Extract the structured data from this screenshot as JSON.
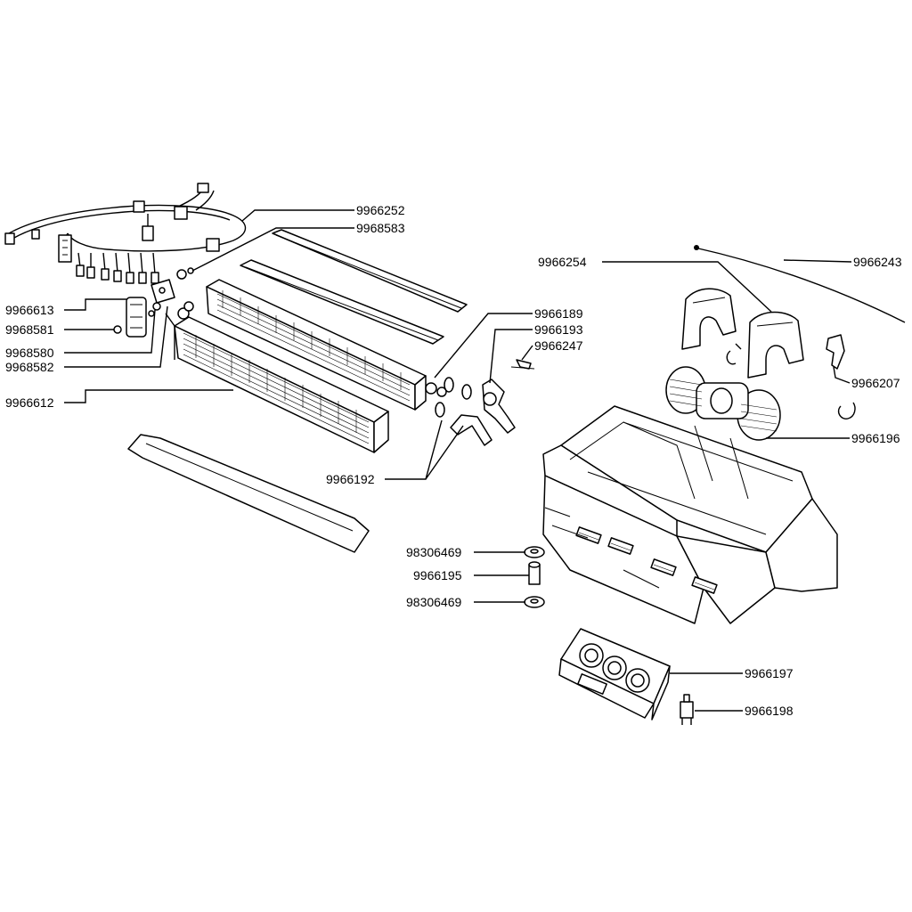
{
  "callouts": [
    {
      "id": "9966252"
    },
    {
      "id": "9968583"
    },
    {
      "id": "9966613"
    },
    {
      "id": "9968581"
    },
    {
      "id": "9968580"
    },
    {
      "id": "9968582"
    },
    {
      "id": "9966612"
    },
    {
      "id": "9966189"
    },
    {
      "id": "9966193"
    },
    {
      "id": "9966247"
    },
    {
      "id": "9966192"
    },
    {
      "id": "9966254"
    },
    {
      "id": "9966243"
    },
    {
      "id": "9966207"
    },
    {
      "id": "9966196"
    },
    {
      "id": "98306469"
    },
    {
      "id": "9966195"
    },
    {
      "id": "98306469"
    },
    {
      "id": "9966197"
    },
    {
      "id": "9966198"
    }
  ]
}
